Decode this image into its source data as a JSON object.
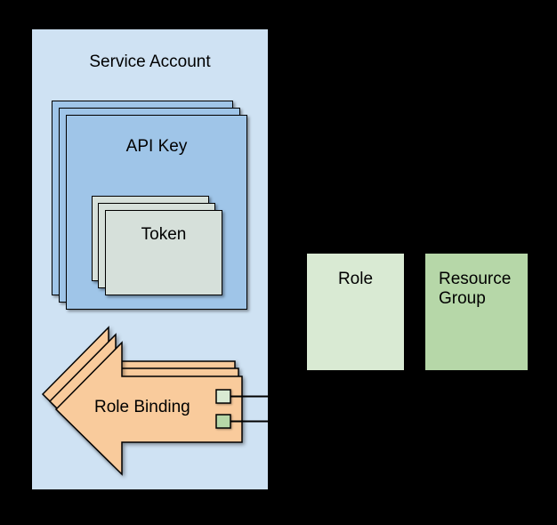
{
  "diagram": {
    "background_color": "#000000",
    "service_account": {
      "label": "Service Account",
      "fill": "#cfe2f3"
    },
    "api_key": {
      "label": "API Key",
      "fill": "#9fc5e8",
      "stack_count": 3
    },
    "token": {
      "label": "Token",
      "fill": "#d6e0da",
      "stack_count": 3
    },
    "role_binding": {
      "label": "Role Binding",
      "fill": "#f9cb9c",
      "stack_count": 3
    },
    "role": {
      "label": "Role",
      "fill": "#d9ead3"
    },
    "resource_group": {
      "label": "Resource Group",
      "fill": "#b6d7a8"
    },
    "connector_markers": {
      "role_marker_fill": "#d9ead3",
      "resource_group_marker_fill": "#b6d7a8",
      "line_color": "#000000"
    }
  }
}
